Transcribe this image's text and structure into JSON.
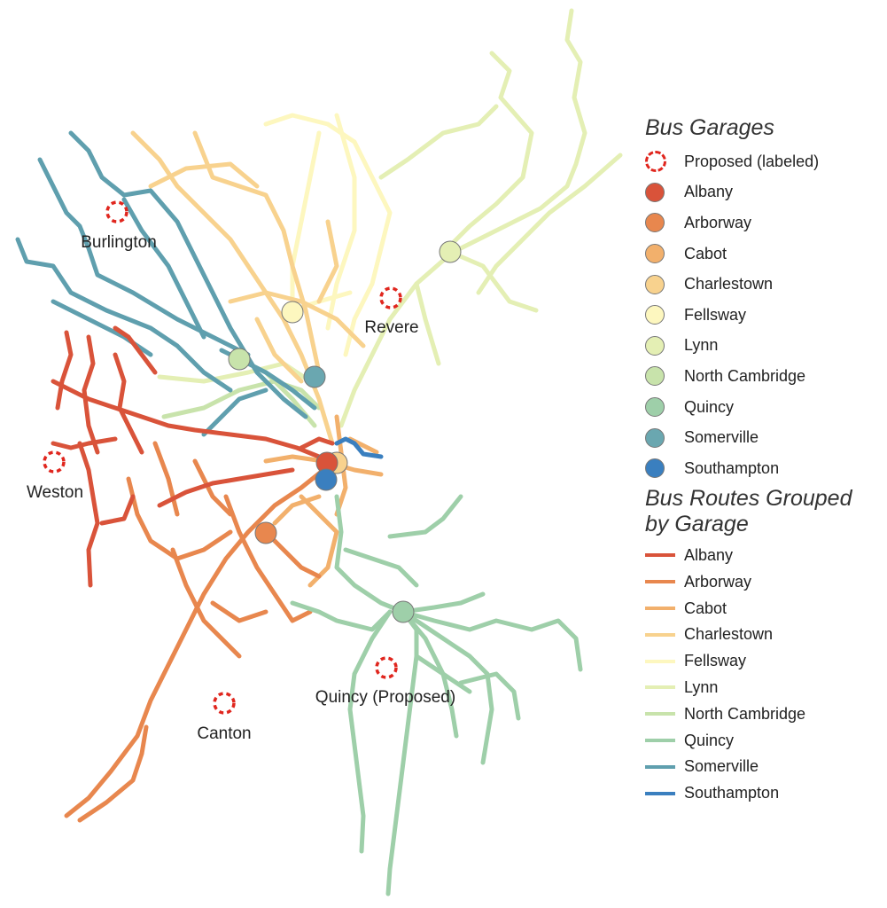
{
  "map": {
    "proposed_labels": [
      "Burlington",
      "Revere",
      "Weston",
      "Canton",
      "Quincy (Proposed)"
    ]
  },
  "legend": {
    "garages_title": "Bus Garages",
    "routes_title_line1": "Bus Routes Grouped",
    "routes_title_line2": "by Garage",
    "proposed_label": "Proposed (labeled)",
    "garages": [
      {
        "name": "Albany",
        "color": "#d9533a"
      },
      {
        "name": "Arborway",
        "color": "#e8874e"
      },
      {
        "name": "Cabot",
        "color": "#f2b06c"
      },
      {
        "name": "Charlestown",
        "color": "#f8d28e"
      },
      {
        "name": "Fellsway",
        "color": "#fdf7bf"
      },
      {
        "name": "Lynn",
        "color": "#e4efb4"
      },
      {
        "name": "North Cambridge",
        "color": "#c8e3ab"
      },
      {
        "name": "Quincy",
        "color": "#9ecfa9"
      },
      {
        "name": "Somerville",
        "color": "#6aa7b0"
      },
      {
        "name": "Southampton",
        "color": "#3a7fbf"
      }
    ],
    "routes": [
      {
        "name": "Albany",
        "color": "#d9533a"
      },
      {
        "name": "Arborway",
        "color": "#e8874e"
      },
      {
        "name": "Cabot",
        "color": "#f2b06c"
      },
      {
        "name": "Charlestown",
        "color": "#f8d28e"
      },
      {
        "name": "Fellsway",
        "color": "#fdf7bf"
      },
      {
        "name": "Lynn",
        "color": "#e4efb4"
      },
      {
        "name": "North Cambridge",
        "color": "#c8e3ab"
      },
      {
        "name": "Quincy",
        "color": "#9ecfa9"
      },
      {
        "name": "Somerville",
        "color": "#5f9fae"
      },
      {
        "name": "Southampton",
        "color": "#3a7fbf"
      }
    ],
    "proposed_color": "#e0261e"
  }
}
